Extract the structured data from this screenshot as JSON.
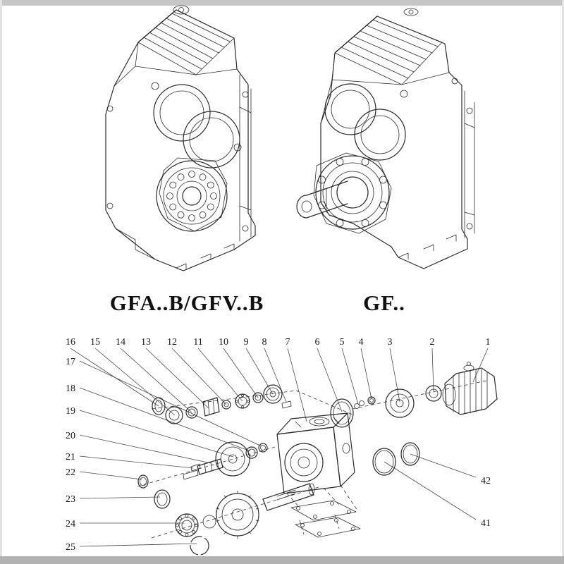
{
  "page": {
    "background": "#ffffff",
    "edge_color": "#c6c6c6",
    "line_color": "#2b2b2b"
  },
  "models": {
    "left_label": "GFA..B/GFV..B",
    "right_label": "GF.."
  },
  "figures": {
    "left_figure": "parallel-shaft-gearbox-isometric-line-drawing",
    "right_figure": "parallel-shaft-gearbox-with-output-shaft-line-drawing",
    "bottom_figure": "exploded-parts-diagram"
  },
  "exploded": {
    "callouts_top": [
      {
        "label": "16"
      },
      {
        "label": "15"
      },
      {
        "label": "14"
      },
      {
        "label": "13"
      },
      {
        "label": "12"
      },
      {
        "label": "11"
      },
      {
        "label": "10"
      },
      {
        "label": "9"
      },
      {
        "label": "8"
      },
      {
        "label": "7"
      },
      {
        "label": "6"
      },
      {
        "label": "5"
      },
      {
        "label": "4"
      },
      {
        "label": "3"
      },
      {
        "label": "2"
      },
      {
        "label": "1"
      }
    ],
    "callouts_left": [
      {
        "label": "17"
      },
      {
        "label": "18"
      },
      {
        "label": "19"
      },
      {
        "label": "20"
      },
      {
        "label": "21"
      },
      {
        "label": "22"
      },
      {
        "label": "23"
      },
      {
        "label": "24"
      },
      {
        "label": "25"
      }
    ],
    "callouts_right": [
      {
        "label": "42"
      },
      {
        "label": "41"
      }
    ]
  }
}
